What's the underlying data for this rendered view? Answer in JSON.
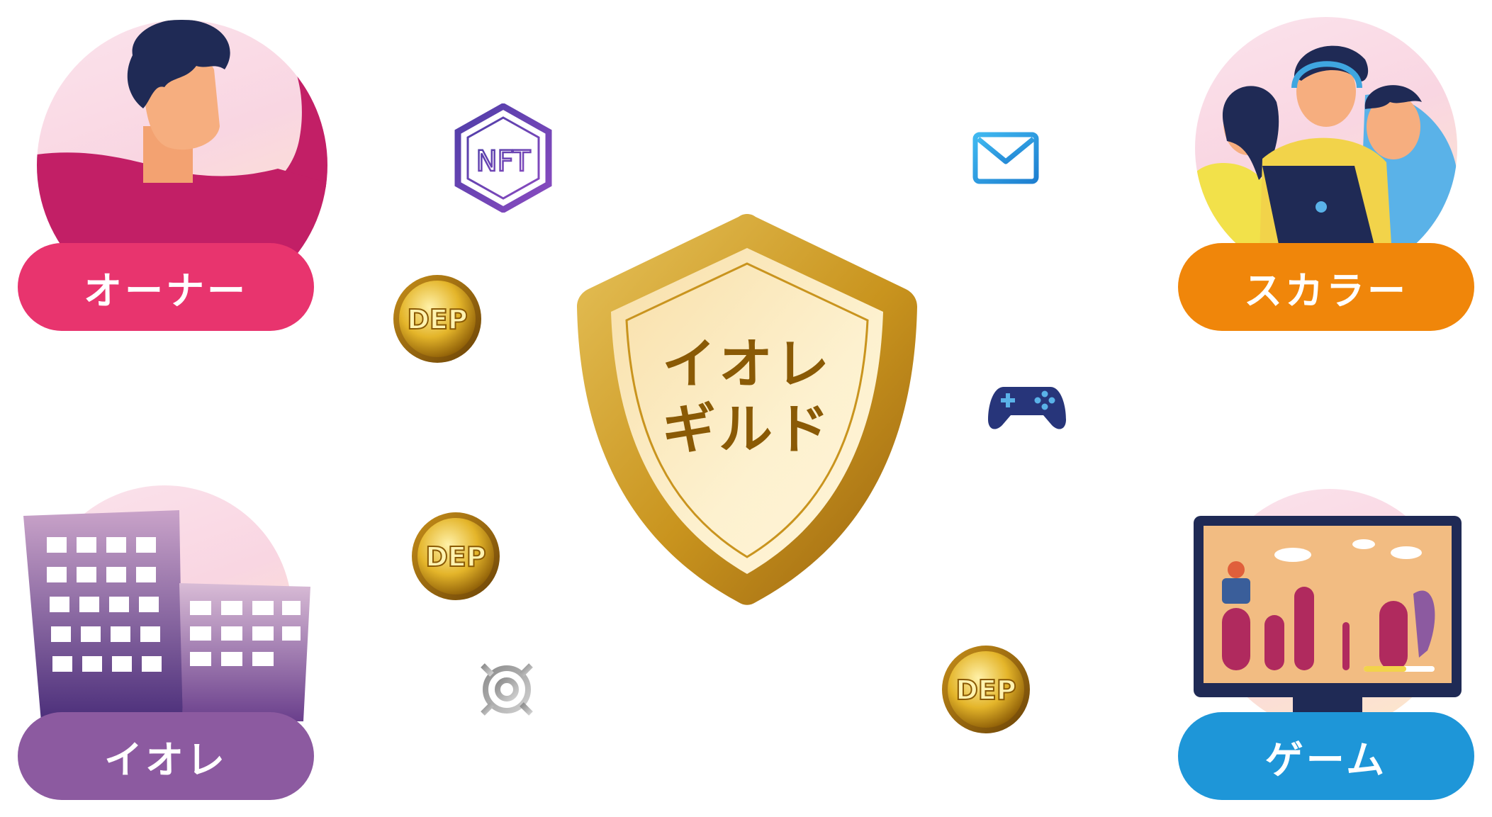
{
  "roles": {
    "owner": {
      "label": "オーナー",
      "color": "#e8346e"
    },
    "scholar": {
      "label": "スカラー",
      "color": "#f0860a"
    },
    "iore": {
      "label": "イオレ",
      "color": "#8c5aa0"
    },
    "game": {
      "label": "ゲーム",
      "color": "#1e96d8"
    }
  },
  "center": {
    "line1": "イオレ",
    "line2": "ギルド",
    "icon": "shield-icon"
  },
  "coins": {
    "label": "DEP",
    "color": "#d4a017"
  },
  "icons": {
    "nft": {
      "name": "nft-hexagon-icon",
      "label": "NFT"
    },
    "mail": "mail-icon",
    "gamepad": "gamepad-icon",
    "gear": "gear-icon"
  }
}
